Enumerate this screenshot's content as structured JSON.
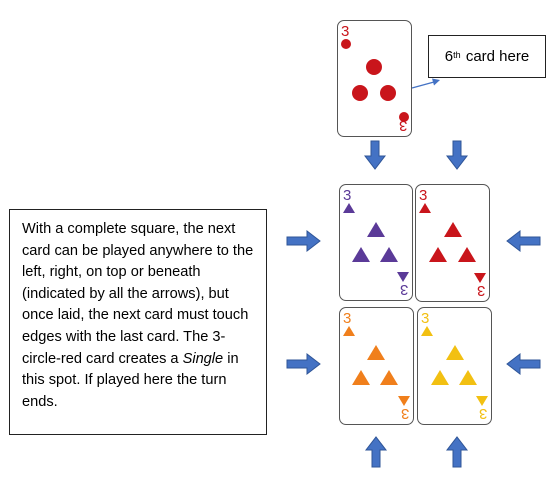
{
  "colors": {
    "red": "#c9151b",
    "purple": "#5b3a98",
    "orange": "#f07f1c",
    "yellow": "#f2c012",
    "arrow_fill": "#4472c4",
    "arrow_stroke": "#2f5597"
  },
  "cards": {
    "top_card": {
      "rank": "3",
      "suit": "circle",
      "color": "red"
    },
    "purple_card": {
      "rank": "3",
      "suit": "triangle",
      "color": "purple"
    },
    "red_triangle_card": {
      "rank": "3",
      "suit": "triangle",
      "color": "red"
    },
    "orange_card": {
      "rank": "3",
      "suit": "triangle",
      "color": "orange"
    },
    "yellow_card": {
      "rank": "3",
      "suit": "triangle",
      "color": "yellow"
    }
  },
  "callout": {
    "ordinal_number": "6",
    "ordinal_suffix": "th",
    "text": " card here"
  },
  "explanation": {
    "text_before_italic": "With a complete square, the next card can be played anywhere to the left, right, on top or beneath (indicated by all the arrows), but once laid, the next card must touch edges with the last card. The 3-circle-red card creates a ",
    "italic_word": "Single",
    "text_after_italic": " in this spot.  If played here the turn ends."
  },
  "icons": [
    "block-arrow-icon",
    "connector-arrow-icon",
    "circle-pip-icon",
    "triangle-pip-icon"
  ]
}
